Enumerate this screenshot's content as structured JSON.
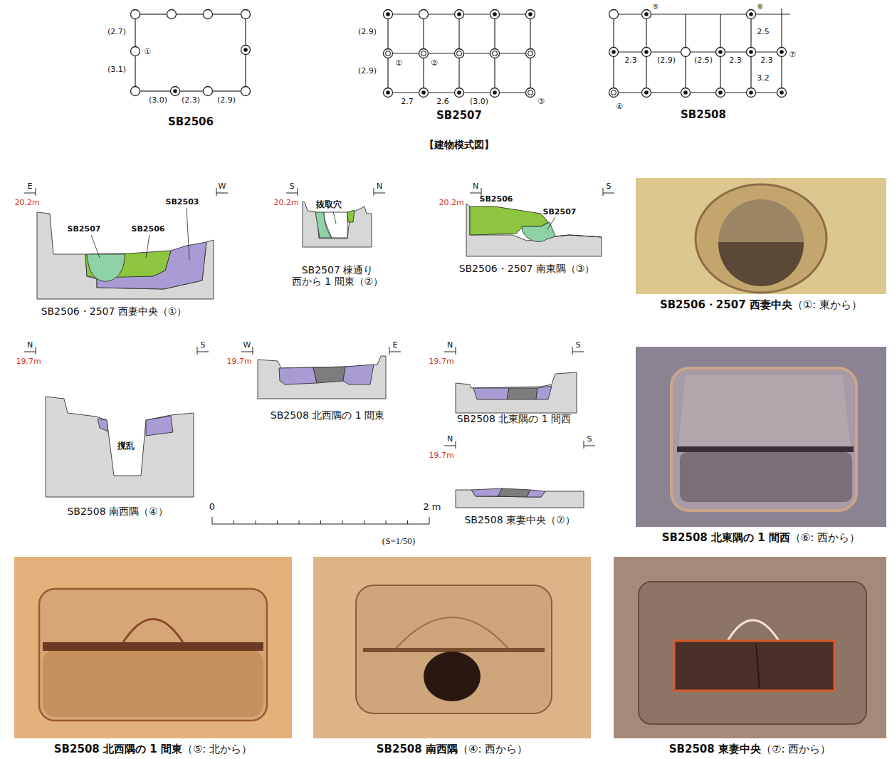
{
  "diagram": {
    "nodes": [
      {
        "text": [
          "SB2506・2507 西妻中央（①: 東から）"
        ]
      },
      {
        "text": [
          "SB2508 北東隅の 1 間西（⑥: 西から）"
        ]
      },
      {
        "text": [
          "SB2508 北西隅の 1 間東（⑤: 北から）"
        ]
      },
      {
        "text": [
          "SB2508 南西隅（④: 西から）"
        ]
      },
      {
        "text": [
          "SB2508 東妻中央（⑦: 西から）"
        ]
      }
    ],
    "labels": [
      "(2.7)",
      "(3.1)",
      "①",
      "(3.0)",
      "(2.3)",
      "(2.9)",
      "SB2506",
      "(2.9)",
      "(2.9)",
      "①",
      "②",
      "2.7",
      "2.6",
      "(3.0)",
      "③",
      "SB2507",
      "⑤",
      "⑥",
      "2.5",
      "2.3",
      "(2.9)",
      "(2.5)",
      "2.3",
      "2.3",
      "⑦",
      "3.2",
      "④",
      "SB2508",
      "【建物模式図】",
      "E",
      "20.2m",
      "W",
      "SB2507",
      "SB2506",
      "SB2503",
      "SB2506・2507 西妻中央（①）",
      "S",
      "20.2m",
      "N",
      "抜取穴",
      "SB2507 棟通り 西から 1 間東（②）",
      "N",
      "20.2m",
      "S",
      "SB2506",
      "SB2507",
      "SB2506・2507 南東隅（③）",
      "N",
      "19.7m",
      "S",
      "撹乱",
      "SB2508 南西隅（④）",
      "W",
      "19.7m",
      "E",
      "SB2508 北西隅の 1 間東",
      "N",
      "19.7m",
      "S",
      "SB2508 北東隅の 1 間西",
      "N",
      "19.7m",
      "S",
      "SB2508 東妻中央（⑦）",
      "0",
      "2 m",
      "(S=1/50)"
    ]
  }
}
